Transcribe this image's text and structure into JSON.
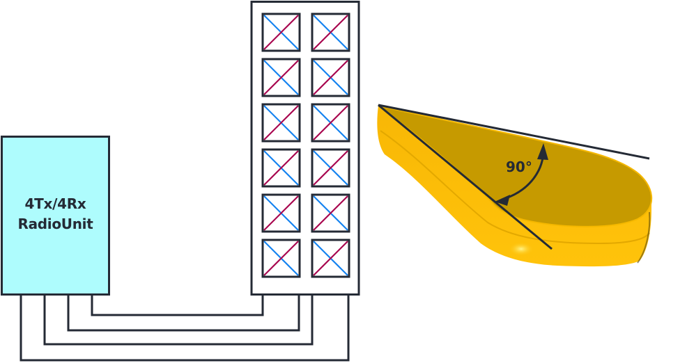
{
  "radio_unit": {
    "line1": "4Tx/4Rx",
    "line2": "RadioUnit",
    "fill": "#aefcfd"
  },
  "antenna_panel": {
    "rows": 6,
    "columns": 2,
    "element_type": "cross-polarized",
    "polarization_colors": {
      "plus45": "#a8064f",
      "minus45": "#1583f0"
    }
  },
  "cables": {
    "count": 4,
    "color": "#242a35"
  },
  "patch": {
    "angle_label": "90°",
    "top_color": "#c69a00",
    "side_color": "#fbbc05"
  },
  "colors": {
    "stroke": "#242a35"
  }
}
